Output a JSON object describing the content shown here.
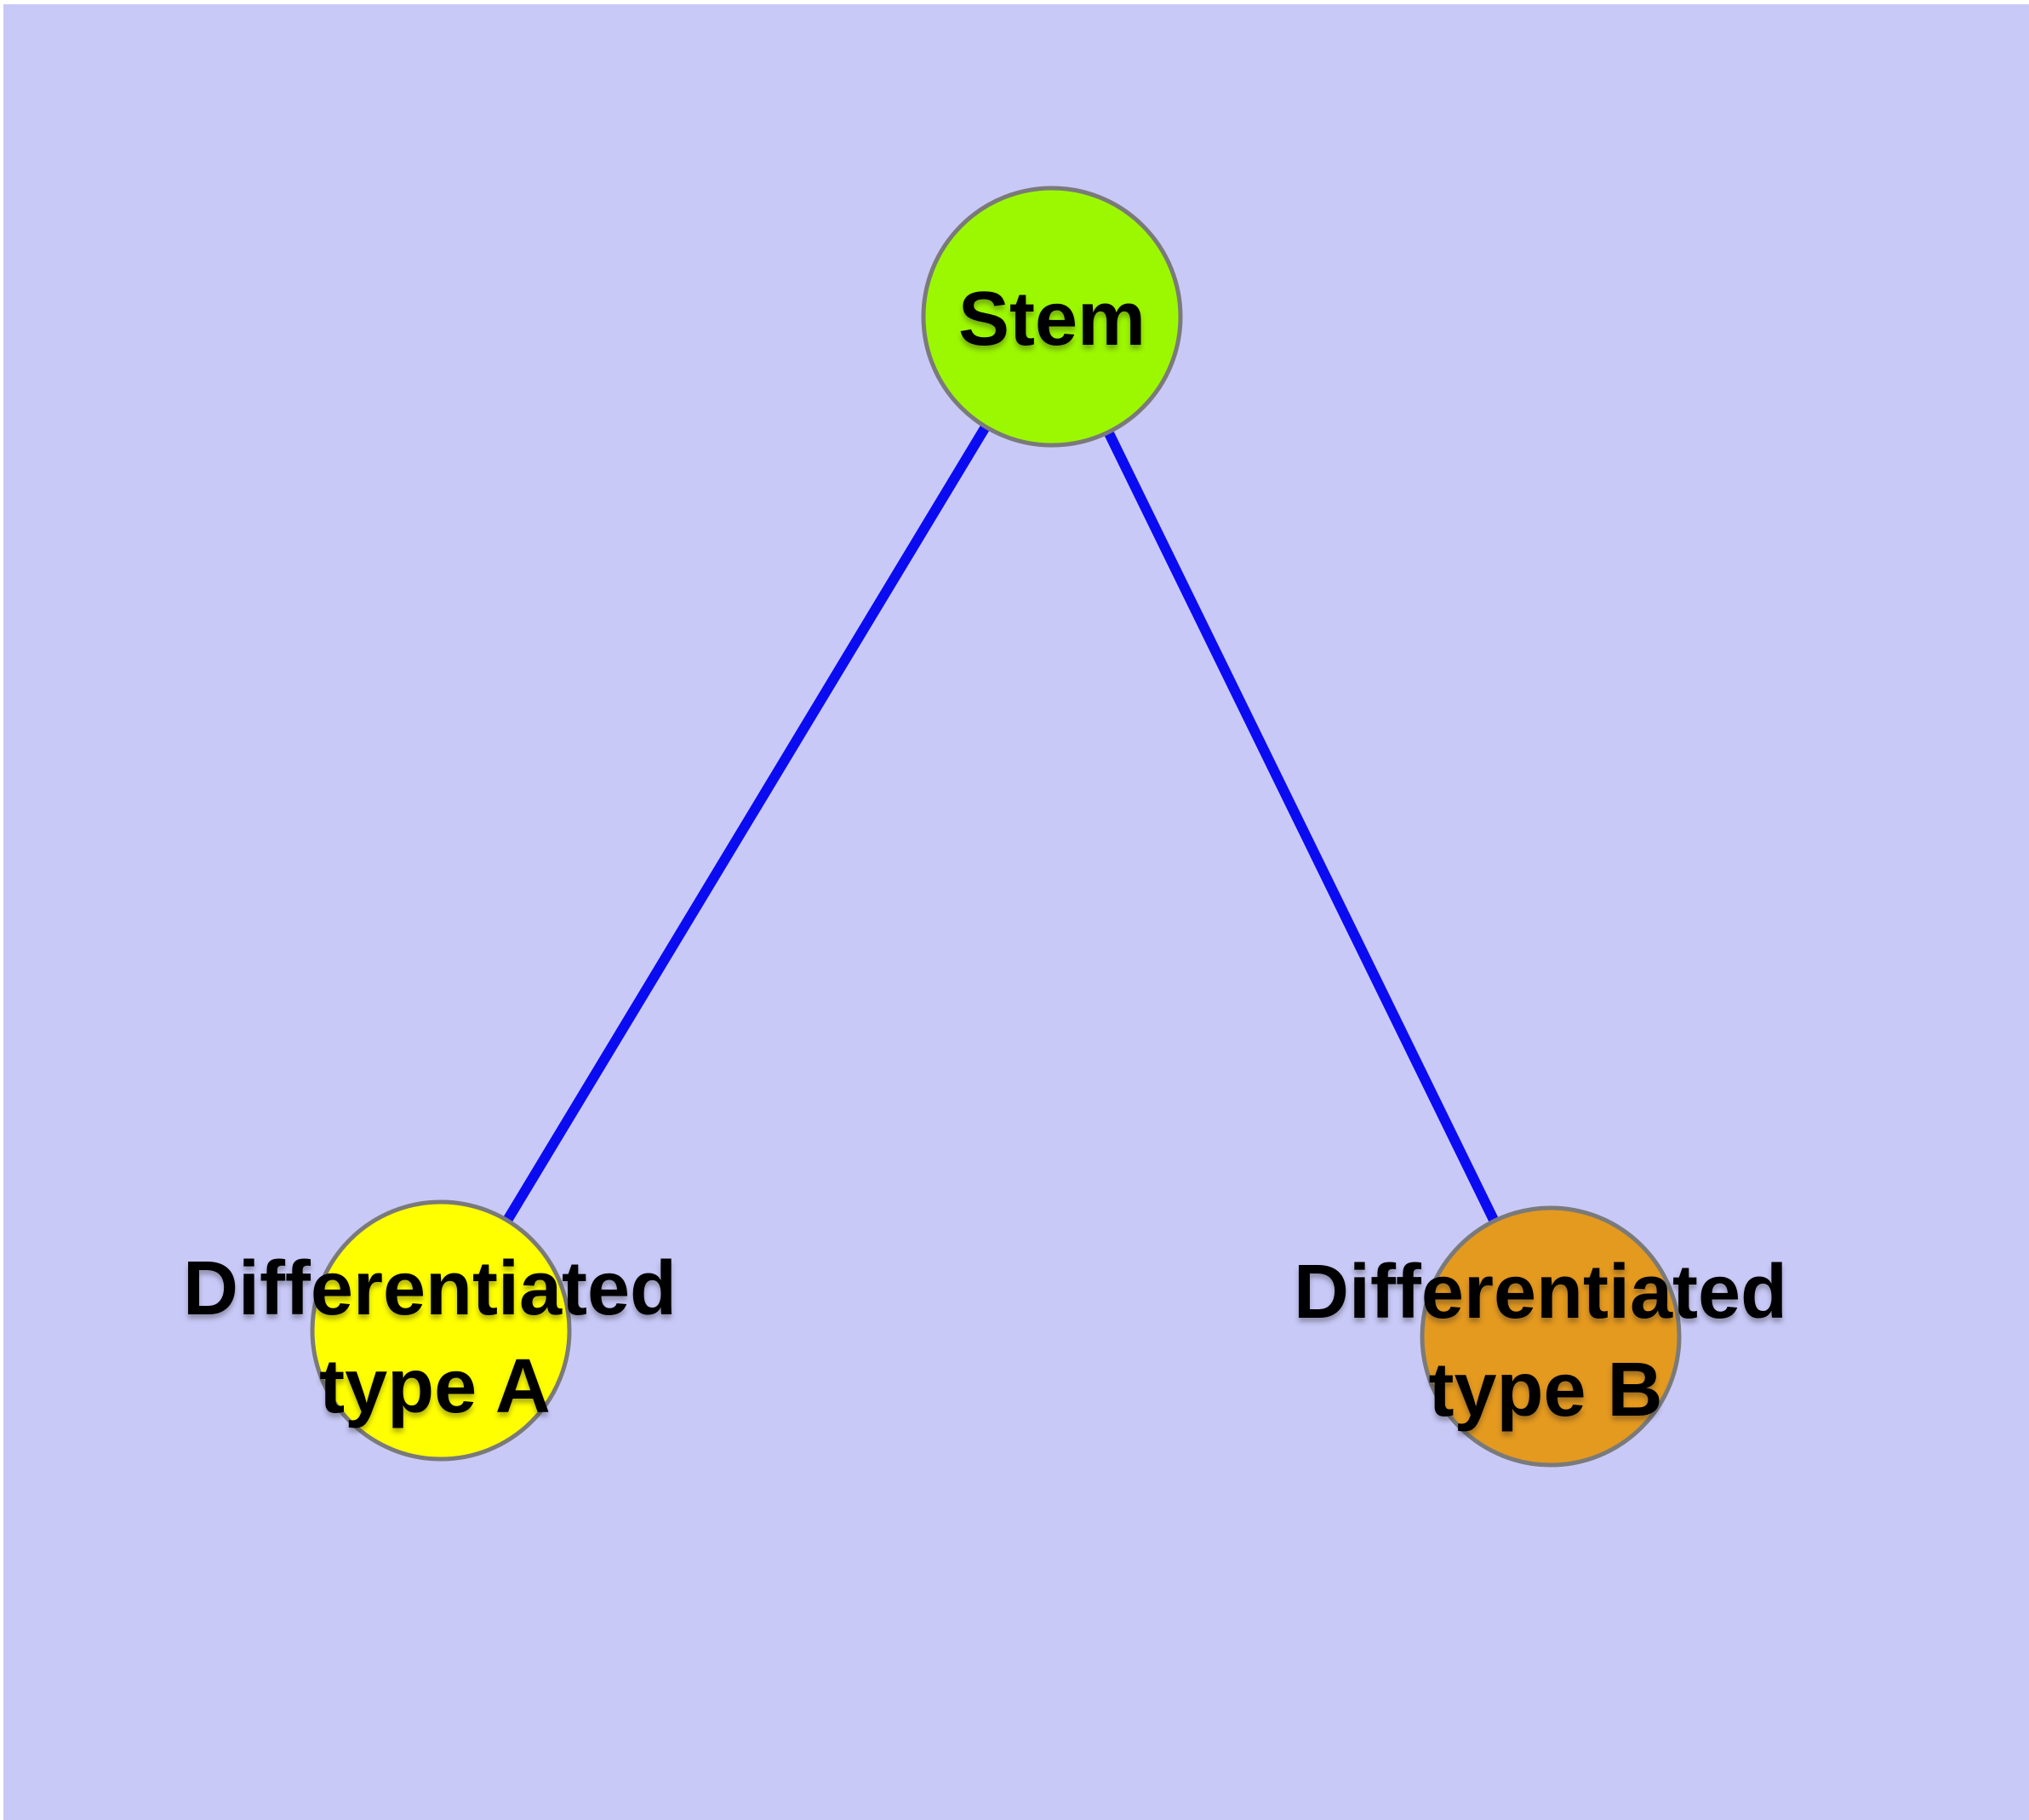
{
  "canvas": {
    "margin_color": "#ffffff",
    "background": "#c9c9f8"
  },
  "diagram": {
    "type": "node-link-tree",
    "node_border_color": "#7a7a7a",
    "edge_color": "#0b0bf2",
    "nodes": [
      {
        "id": "stem",
        "label": "Stem",
        "label_line1": "Stem",
        "label_line2": "",
        "fill": "#9cf800"
      },
      {
        "id": "type-a",
        "label": "Differentiated type A",
        "label_line1": "Differentiated",
        "label_line2": "type A",
        "fill": "#ffff00"
      },
      {
        "id": "type-b",
        "label": "Differentiated type B",
        "label_line1": "Differentiated",
        "label_line2": "type B",
        "fill": "#e4991f"
      }
    ],
    "edges": [
      {
        "from": "stem",
        "to": "type-a"
      },
      {
        "from": "stem",
        "to": "type-b"
      }
    ]
  }
}
